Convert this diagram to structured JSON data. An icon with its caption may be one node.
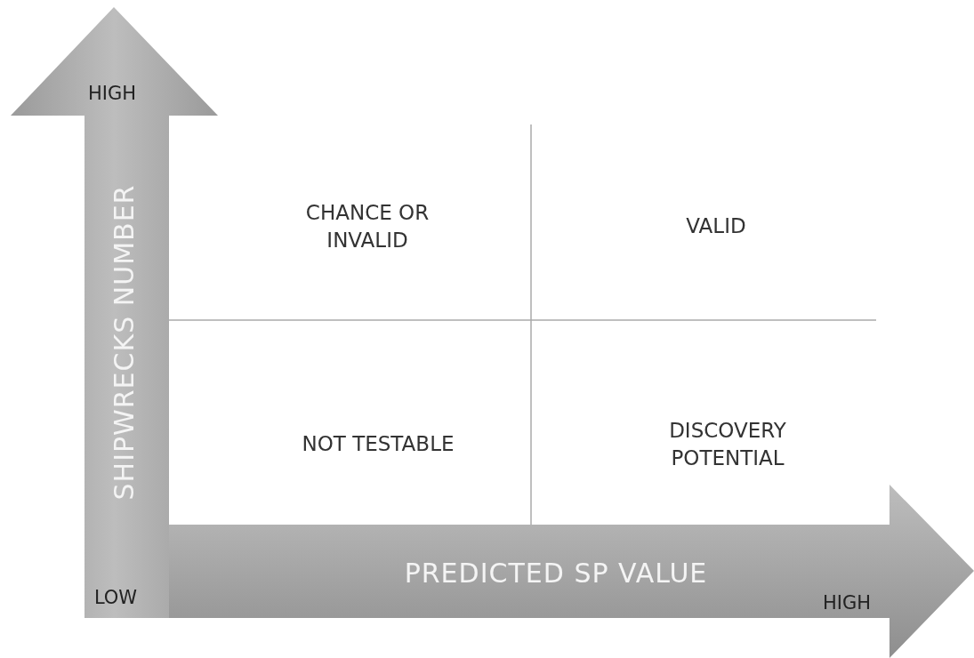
{
  "diagram": {
    "labels": [
      "HIGH",
      "SHIPWRECKS NUMBER",
      "CHANCE OR INVALID",
      "VALID",
      "NOT TESTABLE",
      "DISCOVERY POTENTIAL",
      "LOW",
      "PREDICTED SP VALUE",
      "HIGH"
    ]
  }
}
